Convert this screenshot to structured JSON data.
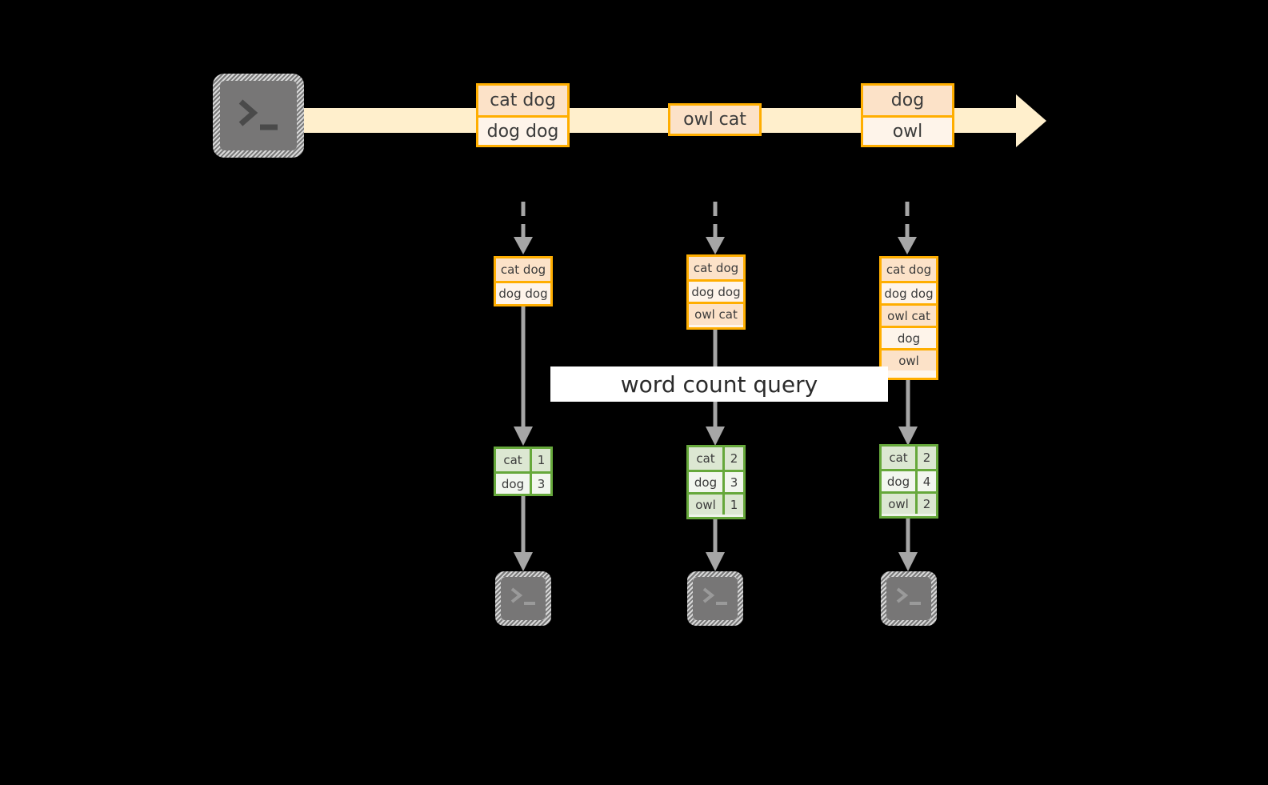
{
  "colors": {
    "stream_band": "#FFEFCC",
    "record_border": "#FFAE00",
    "record_fill_dark": "#FCE2C8",
    "record_fill_light": "#FEF4EA",
    "result_border": "#66A83B",
    "result_fill_dark": "#DCE7D2",
    "result_fill_light": "#F2F6EF",
    "connector": "#A6A6A6",
    "terminal_fill": "#777676",
    "background": "#000000",
    "label_bg": "#FFFFFF",
    "text": "#3B3B3B"
  },
  "stream": {
    "source_icon": "terminal-icon",
    "source_prompt": ">_",
    "records": [
      {
        "id": "record-1",
        "rows": [
          {
            "text": "cat dog",
            "shade": "dark"
          },
          {
            "text": "dog dog",
            "shade": "light"
          }
        ]
      },
      {
        "id": "record-2",
        "rows": [
          {
            "text": "owl cat",
            "shade": "dark"
          }
        ]
      },
      {
        "id": "record-3",
        "rows": [
          {
            "text": "dog",
            "shade": "dark"
          },
          {
            "text": "owl",
            "shade": "light"
          }
        ]
      }
    ]
  },
  "query": {
    "label": "word count query"
  },
  "snapshots": [
    {
      "id": "snapshot-1",
      "input": {
        "rows": [
          {
            "text": "cat dog",
            "shade": "dark"
          },
          {
            "text": "dog dog",
            "shade": "light"
          }
        ]
      },
      "result": {
        "rows": [
          {
            "key": "cat",
            "value": "1",
            "shade": "dark"
          },
          {
            "key": "dog",
            "value": "3",
            "shade": "light"
          }
        ]
      },
      "sink_icon": "terminal-icon",
      "sink_prompt": ">_"
    },
    {
      "id": "snapshot-2",
      "input": {
        "rows": [
          {
            "text": "cat dog",
            "shade": "dark"
          },
          {
            "text": "dog dog",
            "shade": "light"
          },
          {
            "text": "owl cat",
            "shade": "dark"
          }
        ]
      },
      "result": {
        "rows": [
          {
            "key": "cat",
            "value": "2",
            "shade": "dark"
          },
          {
            "key": "dog",
            "value": "3",
            "shade": "light"
          },
          {
            "key": "owl",
            "value": "1",
            "shade": "dark"
          }
        ]
      },
      "sink_icon": "terminal-icon",
      "sink_prompt": ">_"
    },
    {
      "id": "snapshot-3",
      "input": {
        "rows": [
          {
            "text": "cat dog",
            "shade": "dark"
          },
          {
            "text": "dog dog",
            "shade": "light"
          },
          {
            "text": "owl cat",
            "shade": "dark"
          },
          {
            "text": "dog",
            "shade": "light"
          },
          {
            "text": "owl",
            "shade": "dark"
          }
        ]
      },
      "result": {
        "rows": [
          {
            "key": "cat",
            "value": "2",
            "shade": "dark"
          },
          {
            "key": "dog",
            "value": "4",
            "shade": "light"
          },
          {
            "key": "owl",
            "value": "2",
            "shade": "dark"
          }
        ]
      },
      "sink_icon": "terminal-icon",
      "sink_prompt": ">_"
    }
  ]
}
